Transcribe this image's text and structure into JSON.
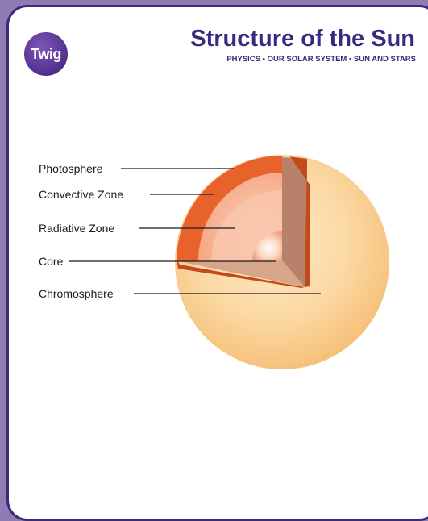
{
  "header": {
    "logo_text": "Twig",
    "title": "Structure of the Sun",
    "subtitle": "PHYSICS • OUR SOLAR SYSTEM • SUN AND STARS"
  },
  "labels": {
    "photosphere": "Photosphere",
    "convective_zone": "Convective Zone",
    "radiative_zone": "Radiative Zone",
    "core": "Core",
    "chromosphere": "Chromosphere"
  },
  "colors": {
    "frame": "#8e7cb4",
    "border": "#3d2a78",
    "title": "#3b2880",
    "chromosphere": "#f9cf8c",
    "photosphere": "#e8632c",
    "convective_zone": "#f7b18e",
    "radiative_zone": "#b8826a",
    "core": "#f8b596"
  }
}
